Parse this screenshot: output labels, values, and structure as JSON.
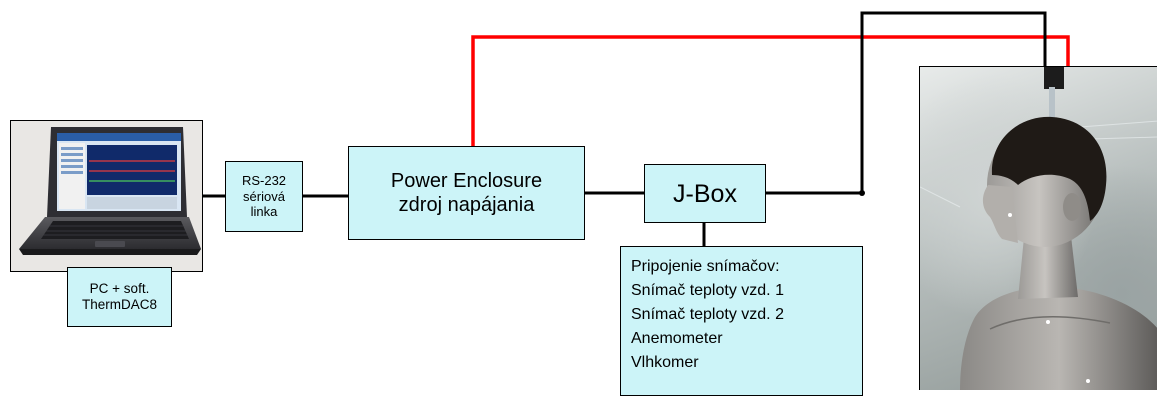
{
  "pc_label": {
    "line1": "PC + soft.",
    "line2": "ThermDAC8"
  },
  "rs232": {
    "line1": "RS-232",
    "line2": "sériová",
    "line3": "linka"
  },
  "power_enclosure": {
    "line1": "Power Enclosure",
    "line2": "zdroj napájania"
  },
  "jbox": {
    "label": "J-Box"
  },
  "sensors": {
    "title": "Pripojenie snímačov:",
    "items": [
      "Snímač teploty vzd. 1",
      "Snímač teploty vzd. 2",
      "Anemometer",
      "Vlhkomer"
    ]
  },
  "colors": {
    "box_fill": "#ccf4f8",
    "power_wire": "#ff0000",
    "signal_wire": "#000000"
  },
  "images": [
    "laptop-photo",
    "thermal-manikin-photo"
  ]
}
